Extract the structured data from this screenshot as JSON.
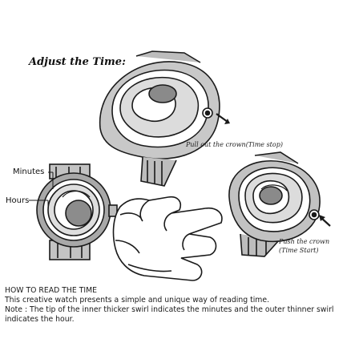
{
  "heading": "Adjust the Time:",
  "captions": {
    "pull_out": "Pull out the crown(Time stop)",
    "push_line1": "Push the crown",
    "push_line2": "(Time Start)"
  },
  "labels": {
    "minutes": "Minutes",
    "hours": "Hours"
  },
  "instructions": {
    "title": "HOW TO READ THE TIME",
    "line1": "This creative watch presents a simple and unique way of reading time.",
    "line2": "Note : The tip of the inner thicker swirl indicates the minutes and the outer thinner swirl indicates the hour."
  },
  "colors": {
    "ink": "#1a1a1a",
    "strap_gray": "#b8b8b8",
    "dial_gray": "#d9d9d9",
    "disc_gray": "#8c8c8c"
  }
}
